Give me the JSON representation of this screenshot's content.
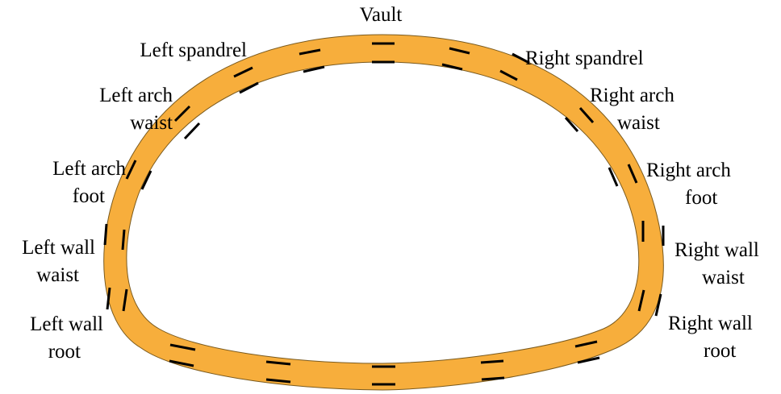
{
  "colors": {
    "lining_fill": "#F7AE3C",
    "lining_outline": "#7a5a1e",
    "marker": "#000000",
    "background": "#ffffff"
  },
  "labels": {
    "vault": "Vault",
    "left_spandrel": "Left spandrel",
    "right_spandrel": "Right spandrel",
    "left_arch_waist": [
      "Left arch",
      "waist"
    ],
    "right_arch_waist": [
      "Right arch",
      "waist"
    ],
    "left_arch_foot": [
      "Left arch",
      "foot"
    ],
    "right_arch_foot": [
      "Right arch",
      "foot"
    ],
    "left_wall_waist": [
      "Left wall",
      "waist"
    ],
    "right_wall_waist": [
      "Right wall",
      "waist"
    ],
    "left_wall_root": [
      "Left wall",
      "root"
    ],
    "right_wall_root": [
      "Right wall",
      "root"
    ]
  }
}
